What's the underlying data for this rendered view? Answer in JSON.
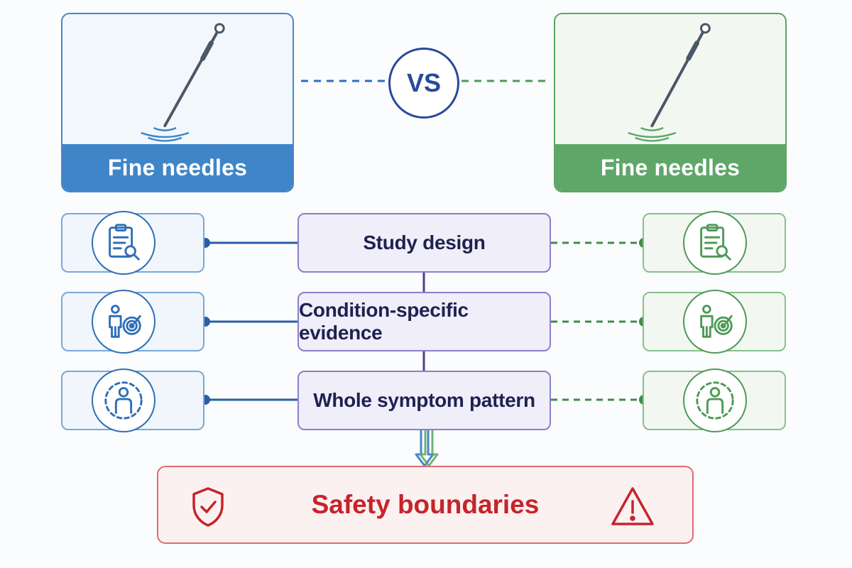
{
  "comparison": {
    "left_label": "Fine needles",
    "right_label": "Fine needles",
    "vs_label": "VS"
  },
  "factors": [
    {
      "label": "Study design",
      "icon": "clipboard-search-icon"
    },
    {
      "label": "Condition-specific evidence",
      "icon": "person-target-icon"
    },
    {
      "label": "Whole symptom pattern",
      "icon": "person-circle-icon"
    }
  ],
  "safety": {
    "label": "Safety boundaries",
    "left_icon": "shield-check-icon",
    "right_icon": "warning-triangle-icon"
  },
  "colors": {
    "blue": "#3f85c8",
    "green": "#5ea768",
    "purple": "#8a7fc9",
    "red": "#c6242b",
    "navy": "#274a9c"
  }
}
